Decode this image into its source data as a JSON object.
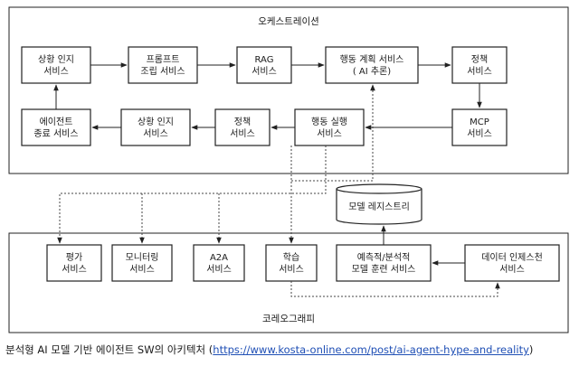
{
  "orchestration": {
    "title": "오케스트레이션",
    "boxes": {
      "context_aware": [
        "상황 인지",
        "서비스"
      ],
      "prompt_assembly": [
        "프롬프트",
        "조립 서비스"
      ],
      "rag": [
        "RAG",
        "서비스"
      ],
      "action_planning": [
        "행동 계획 서비스",
        "( AI 추론)"
      ],
      "policy_top": [
        "정책",
        "서비스"
      ],
      "agent_termination": [
        "에이전트",
        "종료 서비스"
      ],
      "context_aware_2": [
        "상황 인지",
        "서비스"
      ],
      "policy_mid": [
        "정책",
        "서비스"
      ],
      "action_execution": [
        "행동 실행",
        "서비스"
      ],
      "mcp": [
        "MCP",
        "서비스"
      ]
    }
  },
  "model_registry": "모델 레지스트리",
  "choreography": {
    "title": "코레오그래피",
    "boxes": {
      "evaluation": [
        "평가",
        "서비스"
      ],
      "monitoring": [
        "모니터링",
        "서비스"
      ],
      "a2a": [
        "A2A",
        "서비스"
      ],
      "learning": [
        "학습",
        "서비스"
      ],
      "training": [
        "예측적/분석적",
        "모델 훈련 서비스"
      ],
      "ingestion": [
        "데이터 인제스천",
        "서비스"
      ]
    }
  },
  "caption": {
    "text": "분석형 AI 모델 기반 에이전트 SW의 아키텍처 (",
    "link": "https://www.kosta-online.com/post/ai-agent-hype-and-reality",
    "close": ")"
  }
}
